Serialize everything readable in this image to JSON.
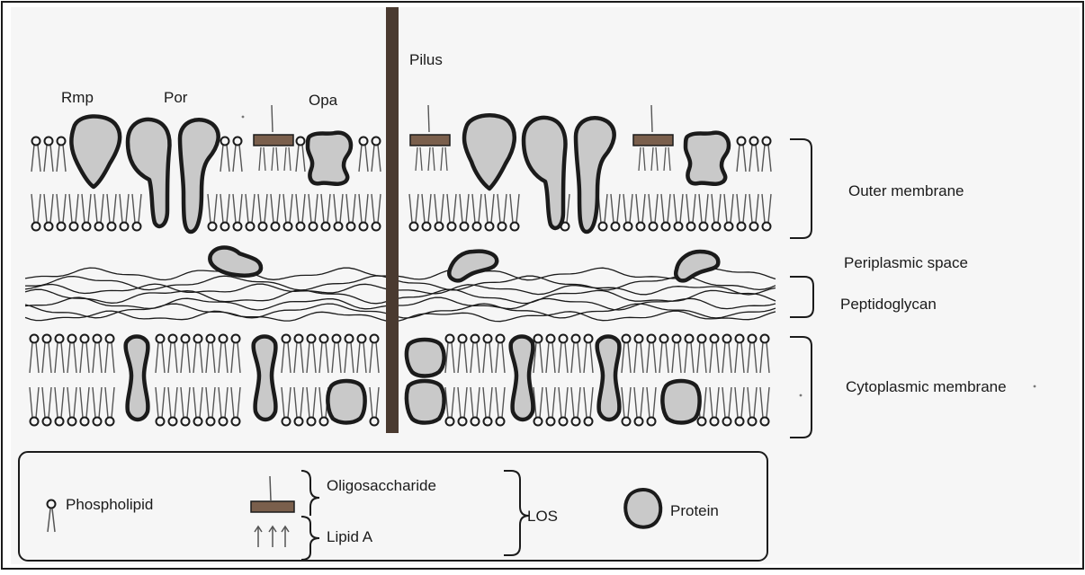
{
  "labels": {
    "pilus": "Pilus",
    "rmp": "Rmp",
    "por": "Por",
    "opa": "Opa",
    "outer_membrane": "Outer membrane",
    "periplasmic_space": "Periplasmic space",
    "peptidoglycan": "Peptidoglycan",
    "cytoplasmic_membrane": "Cytoplasmic membrane"
  },
  "legend": {
    "phospholipid": "Phospholipid",
    "oligosaccharide": "Oligosaccharide",
    "lipid_a": "Lipid A",
    "los": "LOS",
    "protein": "Protein"
  },
  "colors": {
    "ink": "#1b1b1b",
    "background": "#f6f6f6",
    "pilus": "#4a3a30",
    "protein_fill": "#c9c9c9",
    "lipid_a_fill": "#7a5f4c"
  }
}
